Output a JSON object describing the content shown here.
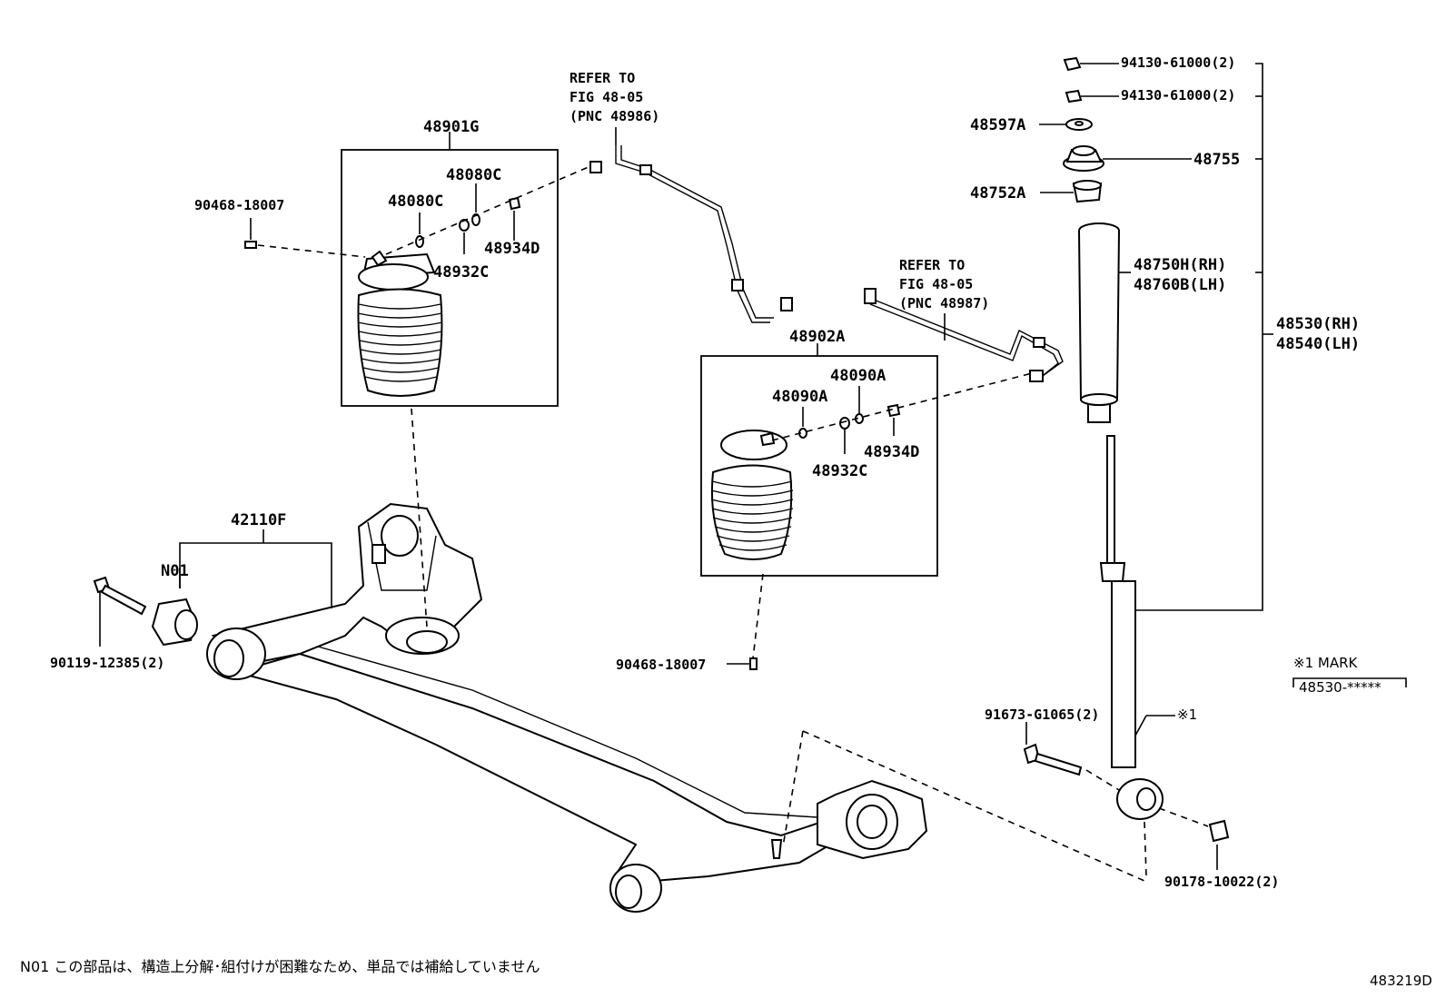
{
  "refer_left": [
    "REFER TO",
    "FIG 48-05",
    "(PNC 48986)"
  ],
  "refer_right": [
    "REFER TO",
    "FIG 48-05",
    "(PNC 48987)"
  ],
  "parts": {
    "p48901G": "48901G",
    "p48080C_a": "48080C",
    "p48080C_b": "48080C",
    "p90468_top": "90468-18007",
    "p48934D_a": "48934D",
    "p48932C_a": "48932C",
    "p48902A": "48902A",
    "p48090A_a": "48090A",
    "p48090A_b": "48090A",
    "p48934D_b": "48934D",
    "p48932C_b": "48932C",
    "p90468_mid": "90468-18007",
    "p42110F": "42110F",
    "pN01": "N01",
    "p90119": "90119-12385(2)",
    "p94130_a": "94130-61000(2)",
    "p94130_b": "94130-61000(2)",
    "p48597A": "48597A",
    "p48755": "48755",
    "p48752A": "48752A",
    "p48750H": "48750H(RH)",
    "p48760B": "48760B(LH)",
    "p48530": "48530(RH)",
    "p48540": "48540(LH)",
    "p91673": "91673-G1065(2)",
    "pMark1": "※1",
    "p90178": "90178-10022(2)"
  },
  "mark_box": {
    "title": "※1 MARK",
    "value": "48530-*****"
  },
  "footnote": "N01 この部品は、構造上分解･組付けが困難なため、単品では補給していません",
  "figure_id": "483219D"
}
